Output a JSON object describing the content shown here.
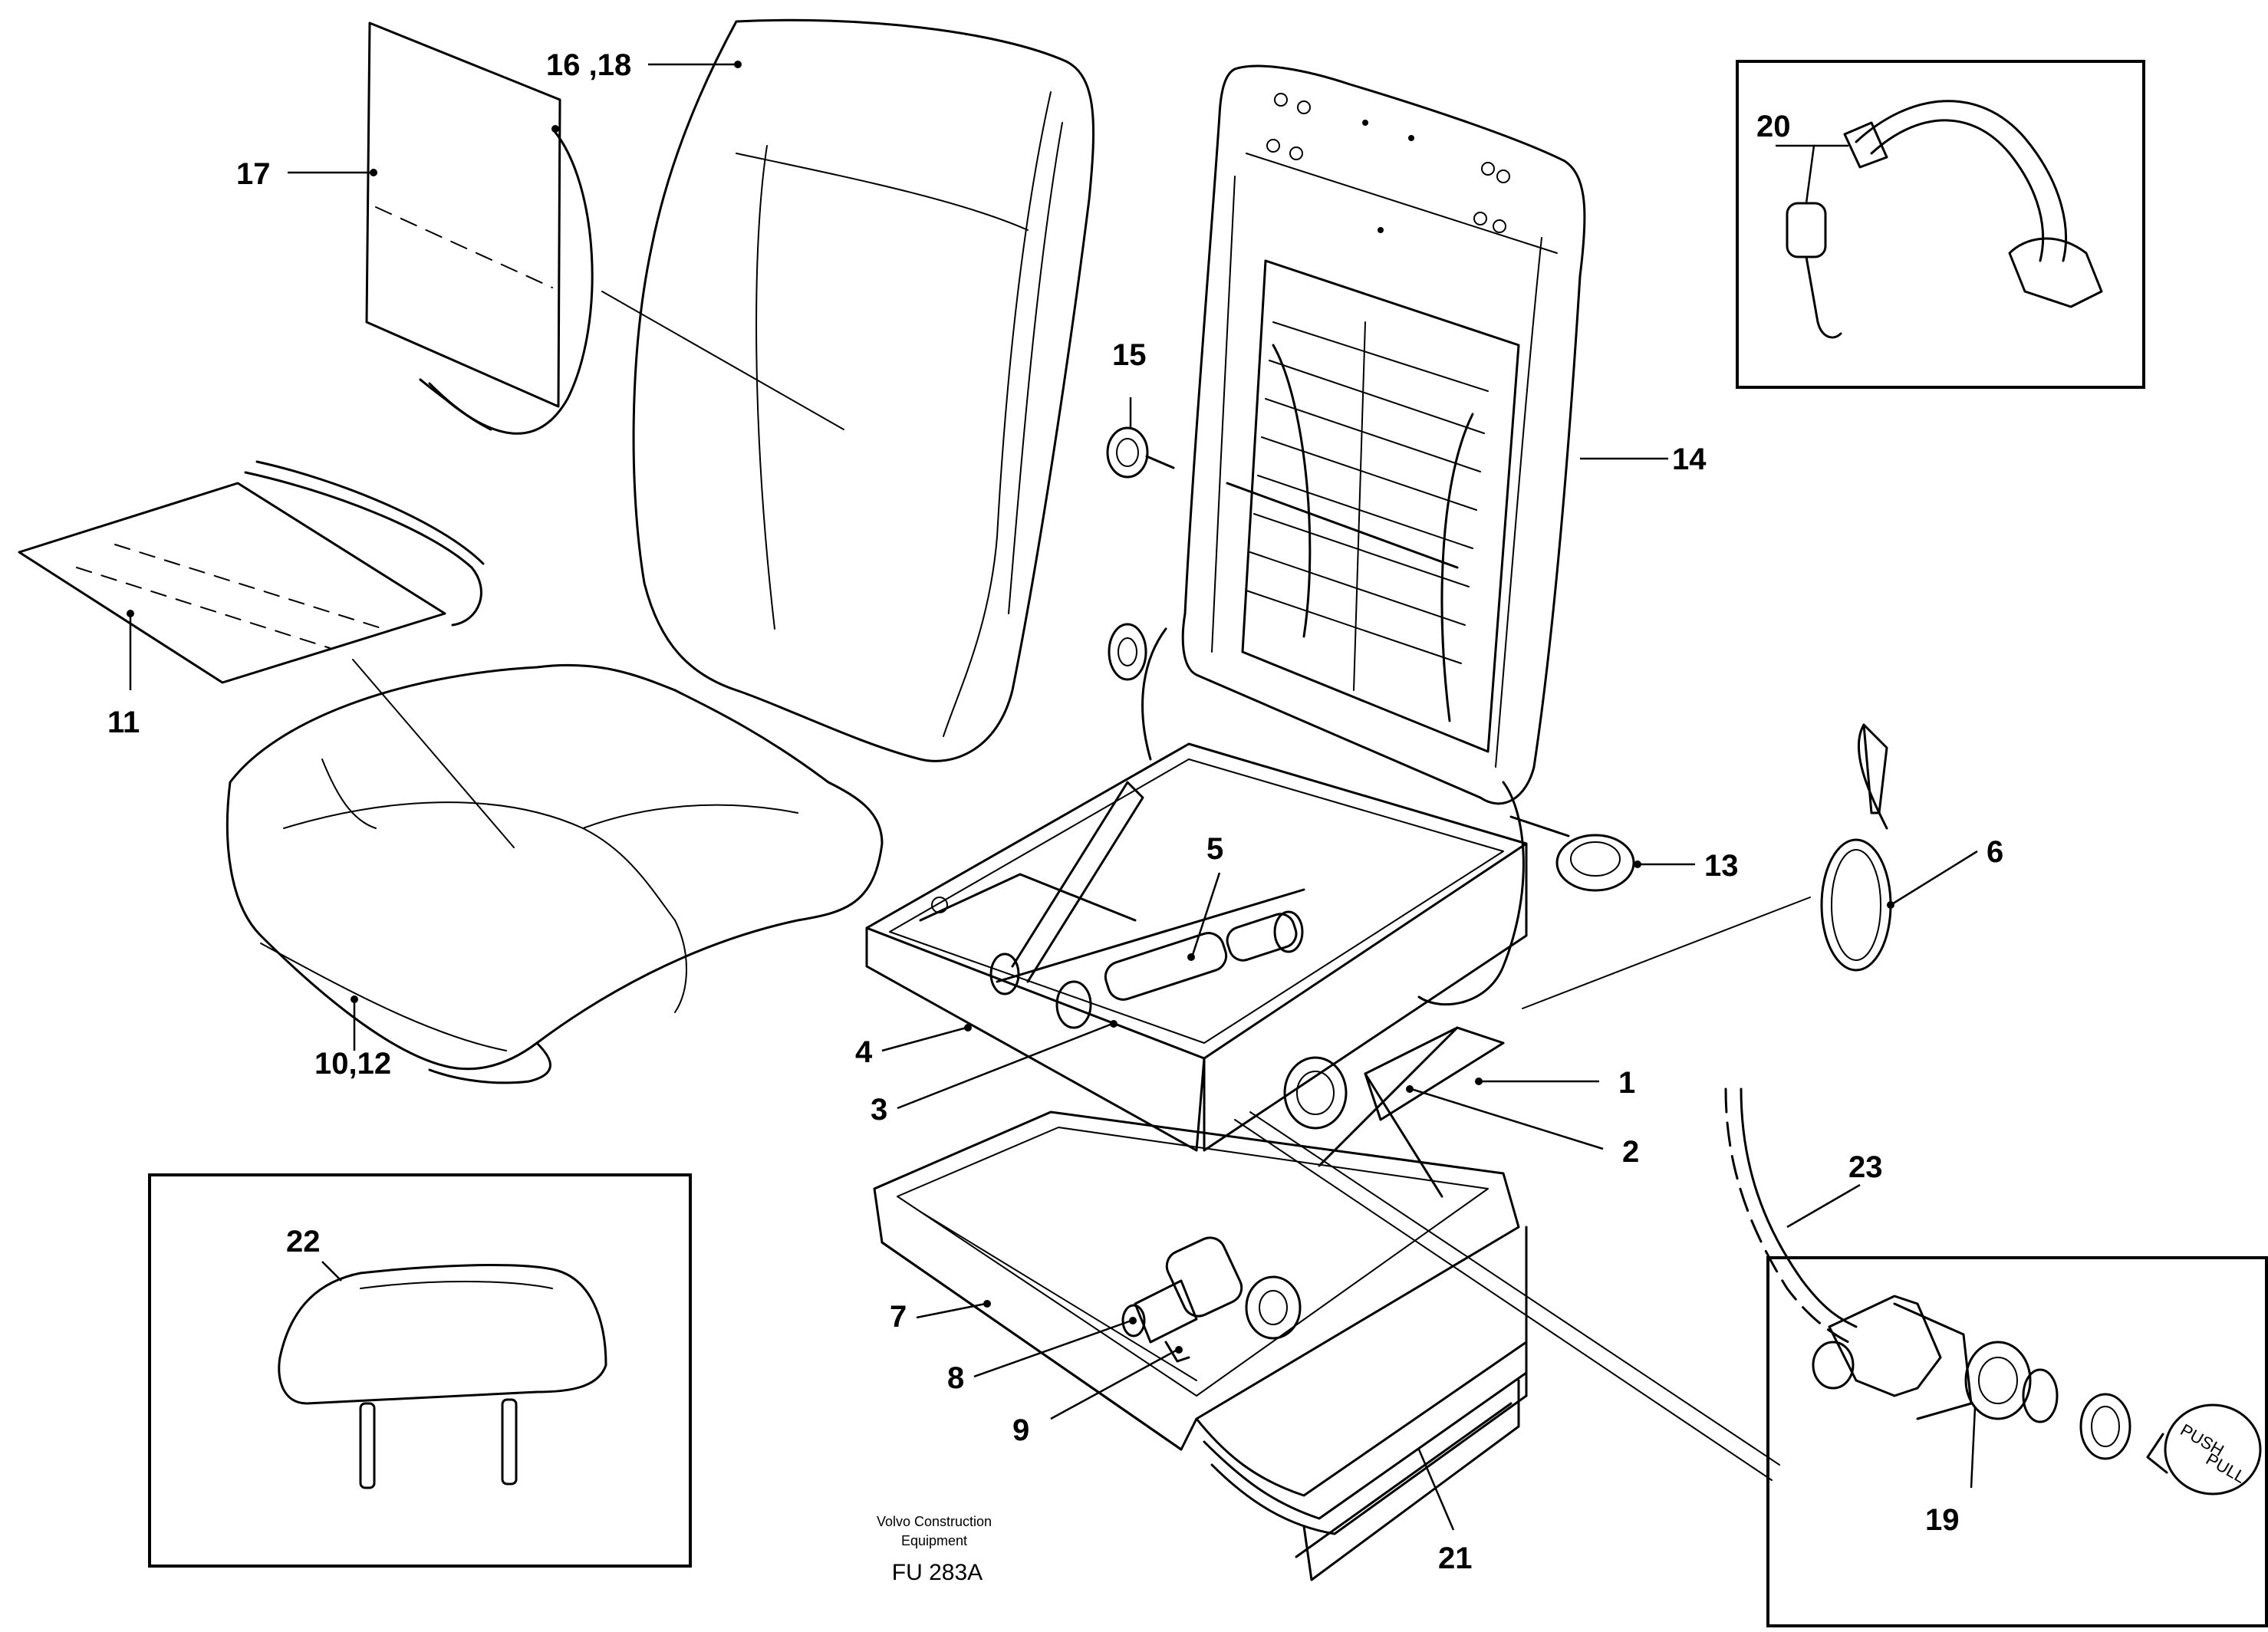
{
  "callouts": {
    "c1": "1",
    "c2": "2",
    "c3": "3",
    "c4": "4",
    "c5": "5",
    "c6": "6",
    "c7": "7",
    "c8": "8",
    "c9": "9",
    "c10_12": "10,12",
    "c11": "11",
    "c13": "13",
    "c14": "14",
    "c15": "15",
    "c16_18": "16 ,18",
    "c17": "17",
    "c19": "19",
    "c20": "20",
    "c21": "21",
    "c22": "22",
    "c23": "23"
  },
  "knob": {
    "line1": "PUSH",
    "line2": "PULL"
  },
  "footer": {
    "company_line1": "Volvo Construction",
    "company_line2": "Equipment",
    "figure_code": "FU 283A"
  }
}
